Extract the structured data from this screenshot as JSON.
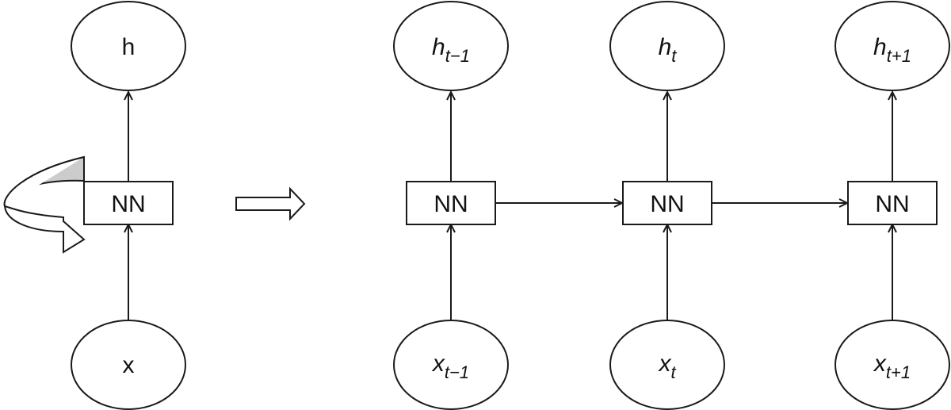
{
  "folded": {
    "output": "h",
    "network": "NN",
    "input": "x"
  },
  "unfolded": {
    "steps": [
      {
        "output": {
          "base": "h",
          "sub": "t−1"
        },
        "network": "NN",
        "input": {
          "base": "x",
          "sub": "t−1"
        }
      },
      {
        "output": {
          "base": "h",
          "sub": "t"
        },
        "network": "NN",
        "input": {
          "base": "x",
          "sub": "t"
        }
      },
      {
        "output": {
          "base": "h",
          "sub": "t+1"
        },
        "network": "NN",
        "input": {
          "base": "x",
          "sub": "t+1"
        }
      }
    ]
  },
  "colors": {
    "stroke": "#1a1a1a",
    "loop_fill": "#cccccc",
    "background": "#ffffff"
  }
}
